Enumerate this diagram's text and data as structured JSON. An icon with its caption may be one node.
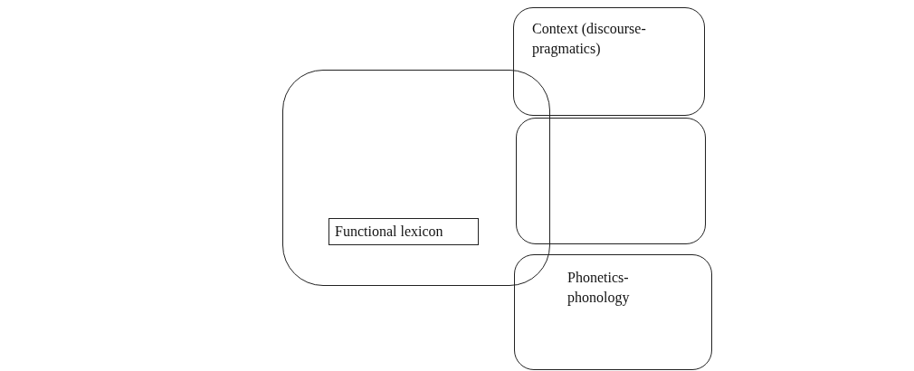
{
  "diagram": {
    "nodes": [
      {
        "text": [
          "Context (discourse-pragmatics)"
        ]
      },
      {
        "text": [],
        "shape": "box"
      },
      {
        "text": [
          "Functional lexicon"
        ],
        "in": 1
      },
      {
        "text": [],
        "shape": "box"
      },
      {
        "text": [
          "Phonetics-phonology"
        ]
      }
    ]
  }
}
